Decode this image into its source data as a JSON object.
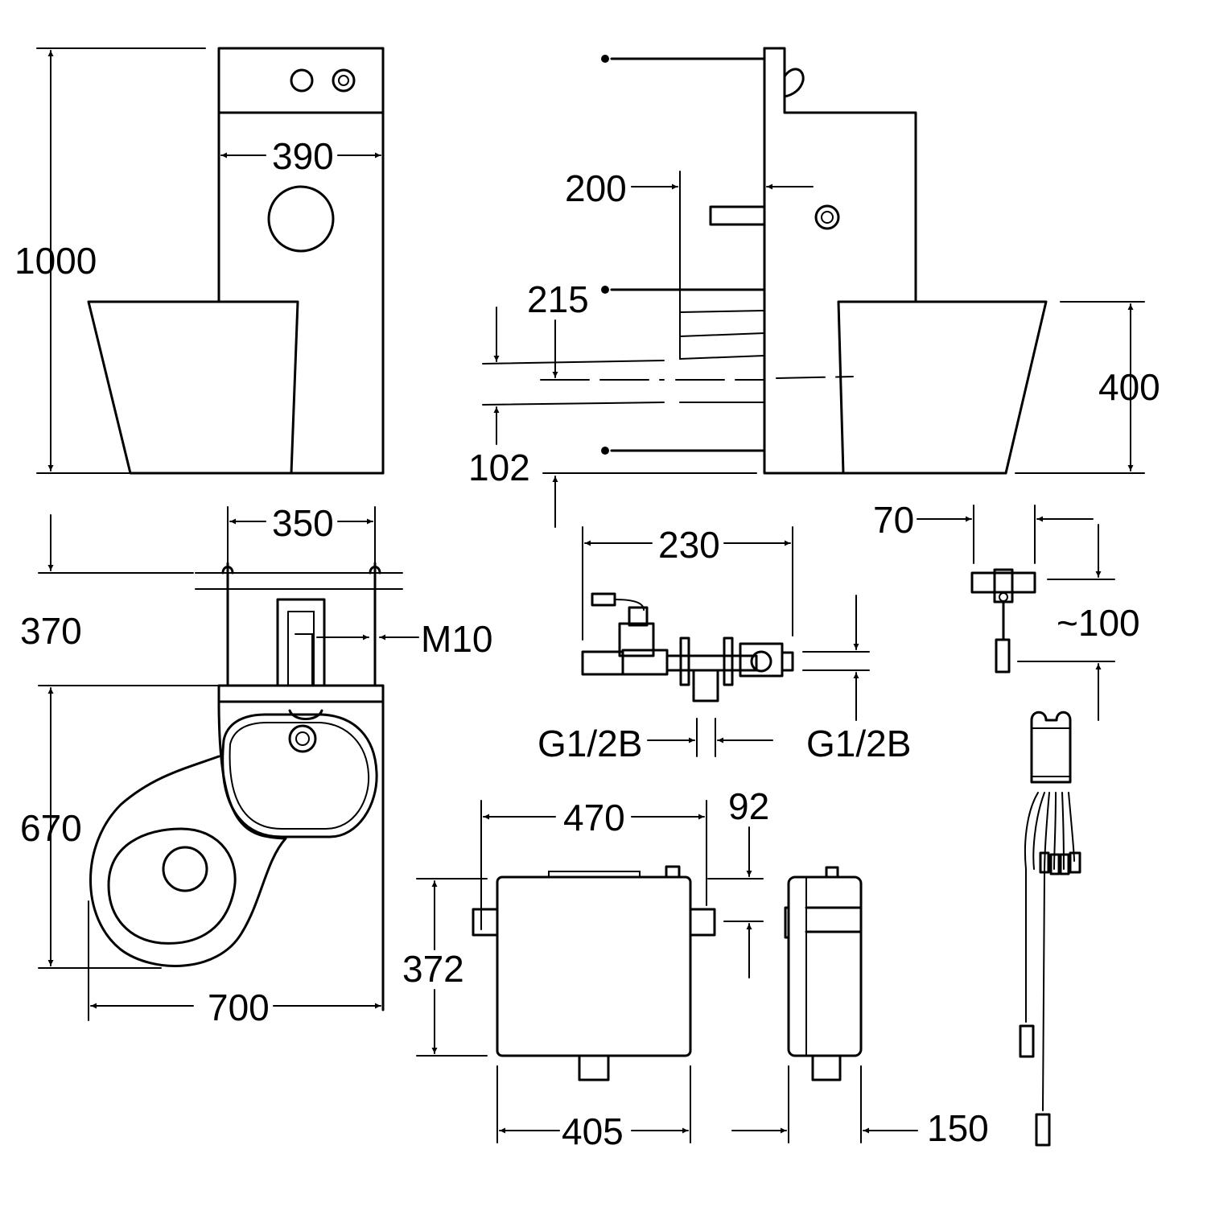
{
  "dimensions": {
    "height_total": "1000",
    "tank_width": "390",
    "dim_200": "200",
    "dim_215": "215",
    "dim_102": "102",
    "dim_400": "400",
    "dim_350": "350",
    "dim_370": "370",
    "dim_m10": "M10",
    "dim_670": "670",
    "dim_700": "700",
    "dim_230": "230",
    "thread_left": "G1/2B",
    "thread_right": "G1/2B",
    "dim_70": "70",
    "dim_100": "~100",
    "dim_470": "470",
    "dim_92": "92",
    "dim_372": "372",
    "dim_405": "405",
    "dim_150": "150"
  }
}
